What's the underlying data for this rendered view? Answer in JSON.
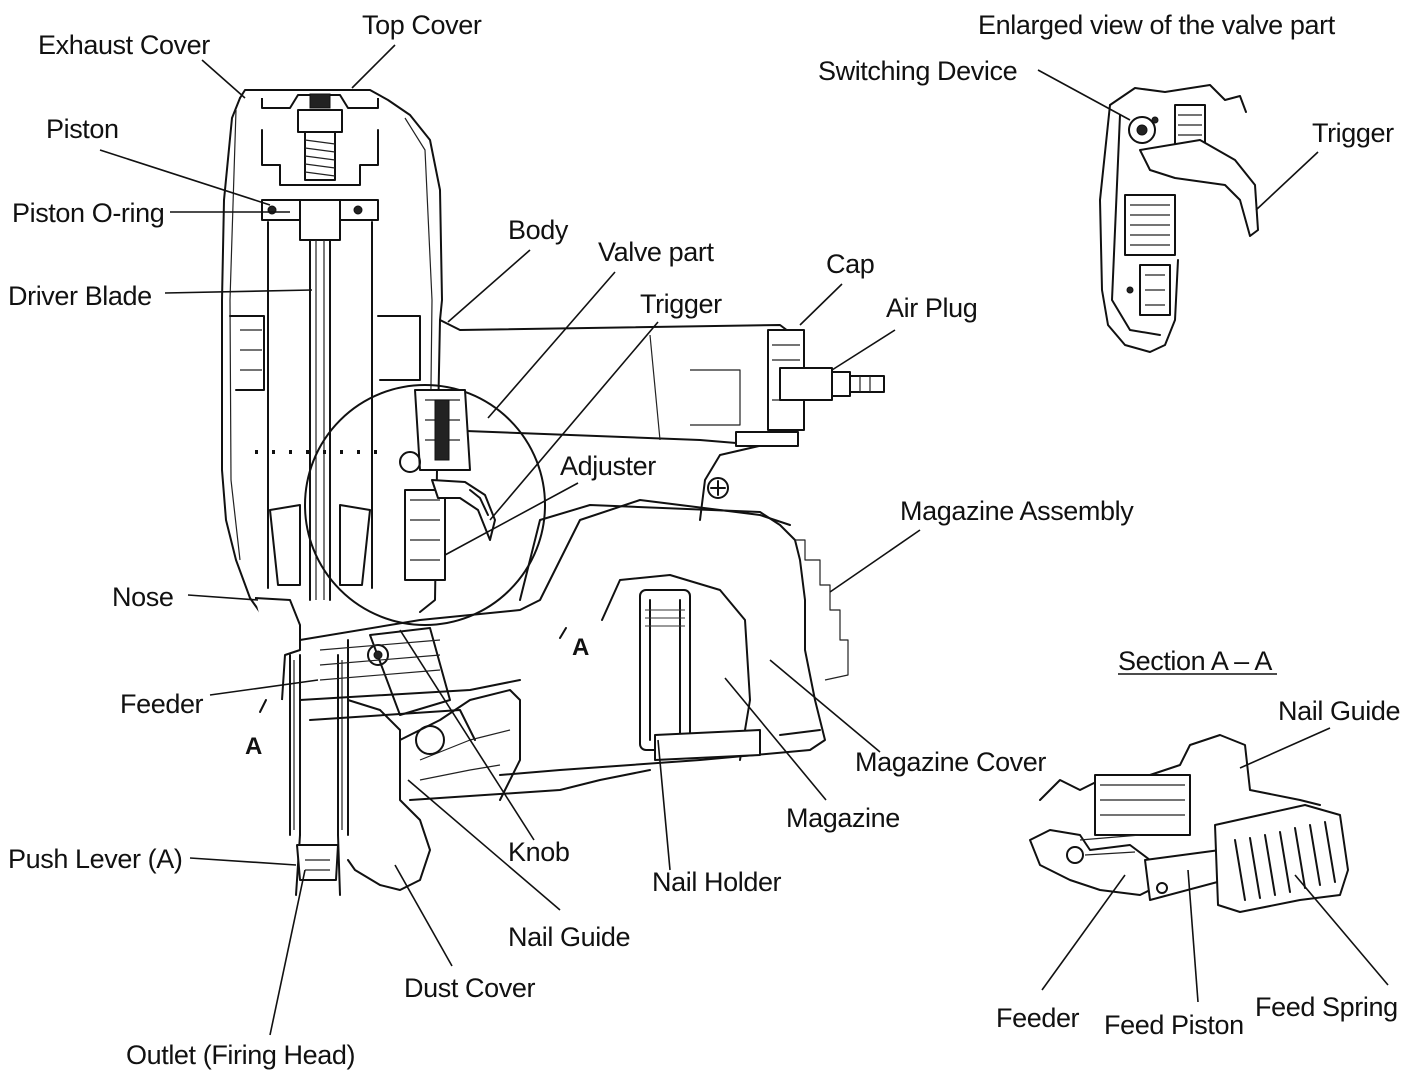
{
  "labels": {
    "top_cover": "Top Cover",
    "exhaust_cover": "Exhaust Cover",
    "piston": "Piston",
    "piston_o_ring": "Piston O-ring",
    "driver_blade": "Driver Blade",
    "body": "Body",
    "valve_part": "Valve part",
    "trigger_main": "Trigger",
    "cap": "Cap",
    "air_plug": "Air Plug",
    "adjuster": "Adjuster",
    "magazine_assembly": "Magazine Assembly",
    "nose": "Nose",
    "feeder_main": "Feeder",
    "section_mark": "A",
    "push_lever": "Push Lever (A)",
    "knob": "Knob",
    "nail_holder": "Nail Holder",
    "magazine": "Magazine",
    "magazine_cover": "Magazine Cover",
    "nail_guide_main": "Nail Guide",
    "dust_cover": "Dust Cover",
    "outlet": "Outlet (Firing Head)"
  },
  "valve_inset": {
    "title": "Enlarged view of the valve part",
    "switching_device": "Switching Device",
    "trigger": "Trigger"
  },
  "section_inset": {
    "title": "Section A – A",
    "nail_guide": "Nail Guide",
    "feeder": "Feeder",
    "feed_piston": "Feed Piston",
    "feed_spring": "Feed Spring"
  }
}
